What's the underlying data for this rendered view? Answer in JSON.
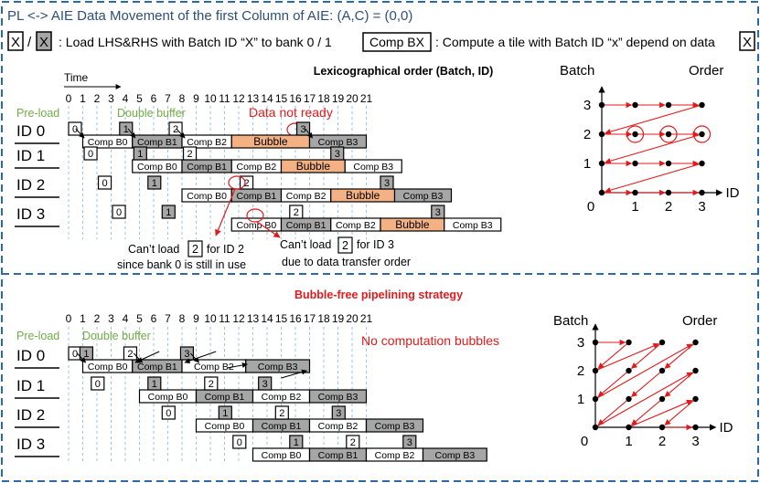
{
  "title": "PL <-> AIE Data Movement of the first Column of AIE: (A,C) = (0,0)",
  "legend": {
    "box1": "X",
    "slash": "/",
    "box2": "X",
    "load_text": ": Load LHS&RHS with Batch ID “X” to bank 0 / 1",
    "comp_box": "Comp BX",
    "comp_text": ": Compute a tile with Batch ID “x” depend on data",
    "box3": "X"
  },
  "top": {
    "heading": "Lexicographical order (Batch, ID)",
    "time_label": "Time",
    "ticks": [
      "0",
      "1",
      "2",
      "3",
      "4",
      "5",
      "6",
      "7",
      "8",
      "9",
      "10",
      "11",
      "12",
      "13",
      "14",
      "15",
      "16",
      "17",
      "18",
      "19",
      "20",
      "21"
    ],
    "preload": "Pre-load",
    "double_buffer": "Double buffer",
    "data_not_ready": "Data not ready",
    "rows": [
      "ID 0",
      "ID 1",
      "ID 2",
      "ID 3"
    ],
    "note1_a": "Can’t load",
    "note1_box": "2",
    "note1_b": "for ID 2",
    "note1_c": "since bank 0 is still in use",
    "note2_a": "Can’t load",
    "note2_box": "2",
    "note2_b": "for ID 3",
    "note2_c": "due to data transfer order",
    "plot": {
      "ylabel": "Batch",
      "xlabel": "ID",
      "order_label": "Order",
      "xticks": [
        "0",
        "1",
        "2",
        "3"
      ],
      "yticks": [
        "1",
        "2",
        "3"
      ]
    }
  },
  "bottom": {
    "heading": "Bubble-free pipelining strategy",
    "ticks": [
      "0",
      "1",
      "2",
      "3",
      "4",
      "5",
      "6",
      "7",
      "8",
      "9",
      "10",
      "11",
      "12",
      "13",
      "14",
      "15",
      "16",
      "17",
      "18",
      "19",
      "20",
      "21"
    ],
    "preload": "Pre-load",
    "double_buffer": "Double buffer",
    "no_bubbles": "No computation bubbles",
    "rows": [
      "ID 0",
      "ID 1",
      "ID 2",
      "ID 3"
    ],
    "plot": {
      "ylabel": "Batch",
      "xlabel": "ID",
      "order_label": "Order",
      "xticks": [
        "0",
        "1",
        "2",
        "3"
      ],
      "yticks": [
        "1",
        "2",
        "3"
      ]
    }
  },
  "top_comp": [
    {
      "row": 0,
      "label": "Comp B0",
      "s": 1,
      "e": 4.5,
      "fill": "white"
    },
    {
      "row": 0,
      "label": "Comp B1",
      "s": 4.5,
      "e": 8,
      "fill": "gray"
    },
    {
      "row": 0,
      "label": "Comp B2",
      "s": 8,
      "e": 11.5,
      "fill": "white"
    },
    {
      "row": 0,
      "label": "Bubble",
      "s": 11.5,
      "e": 17,
      "fill": "orange"
    },
    {
      "row": 0,
      "label": "Comp B3",
      "s": 17,
      "e": 21,
      "fill": "gray"
    },
    {
      "row": 1,
      "label": "Comp B0",
      "s": 4.5,
      "e": 8,
      "fill": "white"
    },
    {
      "row": 1,
      "label": "Comp B1",
      "s": 8,
      "e": 11.5,
      "fill": "gray"
    },
    {
      "row": 1,
      "label": "Comp B2",
      "s": 11.5,
      "e": 15,
      "fill": "white"
    },
    {
      "row": 1,
      "label": "Bubble",
      "s": 15,
      "e": 19.5,
      "fill": "orange"
    },
    {
      "row": 1,
      "label": "Comp B3",
      "s": 19.5,
      "e": 23.5,
      "fill": "white"
    },
    {
      "row": 2,
      "label": "Comp B0",
      "s": 8,
      "e": 11.5,
      "fill": "white"
    },
    {
      "row": 2,
      "label": "Comp B1",
      "s": 11.5,
      "e": 15,
      "fill": "gray"
    },
    {
      "row": 2,
      "label": "Comp B2",
      "s": 15,
      "e": 18.5,
      "fill": "white"
    },
    {
      "row": 2,
      "label": "Bubble",
      "s": 18.5,
      "e": 23,
      "fill": "orange"
    },
    {
      "row": 2,
      "label": "Comp B3",
      "s": 23,
      "e": 27,
      "fill": "gray"
    },
    {
      "row": 3,
      "label": "Comp B0",
      "s": 11.5,
      "e": 15,
      "fill": "white"
    },
    {
      "row": 3,
      "label": "Comp B1",
      "s": 15,
      "e": 18.5,
      "fill": "gray"
    },
    {
      "row": 3,
      "label": "Comp B2",
      "s": 18.5,
      "e": 22,
      "fill": "white"
    },
    {
      "row": 3,
      "label": "Bubble",
      "s": 22,
      "e": 26.5,
      "fill": "orange"
    },
    {
      "row": 3,
      "label": "Comp B3",
      "s": 26.5,
      "e": 30.5,
      "fill": "white"
    }
  ],
  "top_load": [
    {
      "row": 0,
      "label": "0",
      "t": 0,
      "fill": "white"
    },
    {
      "row": 0,
      "label": "1",
      "t": 3.6,
      "fill": "gray"
    },
    {
      "row": 0,
      "label": "2",
      "t": 7.1,
      "fill": "white"
    },
    {
      "row": 0,
      "label": "3",
      "t": 16.1,
      "fill": "gray"
    },
    {
      "row": 1,
      "label": "0",
      "t": 1.1,
      "fill": "white"
    },
    {
      "row": 1,
      "label": "1",
      "t": 4.6,
      "fill": "gray"
    },
    {
      "row": 1,
      "label": "2",
      "t": 8.1,
      "fill": "white"
    },
    {
      "row": 1,
      "label": "3",
      "t": 18.5,
      "fill": "gray"
    },
    {
      "row": 2,
      "label": "0",
      "t": 2.1,
      "fill": "white"
    },
    {
      "row": 2,
      "label": "1",
      "t": 5.6,
      "fill": "gray"
    },
    {
      "row": 2,
      "label": "2",
      "t": 12.1,
      "fill": "white"
    },
    {
      "row": 2,
      "label": "3",
      "t": 22,
      "fill": "gray"
    },
    {
      "row": 3,
      "label": "0",
      "t": 3.1,
      "fill": "white"
    },
    {
      "row": 3,
      "label": "1",
      "t": 6.6,
      "fill": "gray"
    },
    {
      "row": 3,
      "label": "2",
      "t": 15.6,
      "fill": "white"
    },
    {
      "row": 3,
      "label": "3",
      "t": 25.6,
      "fill": "gray"
    }
  ],
  "bot_comp": [
    {
      "row": 0,
      "label": "Comp B0",
      "s": 1,
      "e": 4.5,
      "fill": "white"
    },
    {
      "row": 0,
      "label": "Comp B1",
      "s": 4.5,
      "e": 8,
      "fill": "gray"
    },
    {
      "row": 0,
      "label": "Comp B2",
      "s": 8,
      "e": 12.5,
      "fill": "white"
    },
    {
      "row": 0,
      "label": "Comp B3",
      "s": 12.5,
      "e": 17,
      "fill": "gray"
    },
    {
      "row": 1,
      "label": "Comp B0",
      "s": 5,
      "e": 9,
      "fill": "white"
    },
    {
      "row": 1,
      "label": "Comp B1",
      "s": 9,
      "e": 13,
      "fill": "gray"
    },
    {
      "row": 1,
      "label": "Comp B2",
      "s": 13,
      "e": 17,
      "fill": "white"
    },
    {
      "row": 1,
      "label": "Comp B3",
      "s": 17,
      "e": 21,
      "fill": "gray"
    },
    {
      "row": 2,
      "label": "Comp B0",
      "s": 9,
      "e": 13,
      "fill": "white"
    },
    {
      "row": 2,
      "label": "Comp B1",
      "s": 13,
      "e": 17,
      "fill": "gray"
    },
    {
      "row": 2,
      "label": "Comp B2",
      "s": 17,
      "e": 21,
      "fill": "white"
    },
    {
      "row": 2,
      "label": "Comp B3",
      "s": 21,
      "e": 25,
      "fill": "gray"
    },
    {
      "row": 3,
      "label": "Comp B0",
      "s": 13,
      "e": 17,
      "fill": "white"
    },
    {
      "row": 3,
      "label": "Comp B1",
      "s": 17,
      "e": 21,
      "fill": "gray"
    },
    {
      "row": 3,
      "label": "Comp B2",
      "s": 21,
      "e": 25,
      "fill": "white"
    },
    {
      "row": 3,
      "label": "Comp B3",
      "s": 25,
      "e": 29.5,
      "fill": "gray"
    }
  ],
  "bot_load": [
    {
      "row": 0,
      "label": "0",
      "t": 0,
      "fill": "white"
    },
    {
      "row": 0,
      "label": "1",
      "t": 0.8,
      "fill": "gray"
    },
    {
      "row": 0,
      "label": "2",
      "t": 3.9,
      "fill": "white"
    },
    {
      "row": 0,
      "label": "3",
      "t": 7.9,
      "fill": "gray"
    },
    {
      "row": 1,
      "label": "0",
      "t": 1.6,
      "fill": "white"
    },
    {
      "row": 1,
      "label": "1",
      "t": 5.6,
      "fill": "gray"
    },
    {
      "row": 1,
      "label": "2",
      "t": 9.6,
      "fill": "white"
    },
    {
      "row": 1,
      "label": "3",
      "t": 13.4,
      "fill": "gray"
    },
    {
      "row": 2,
      "label": "0",
      "t": 6.6,
      "fill": "white"
    },
    {
      "row": 2,
      "label": "1",
      "t": 10.6,
      "fill": "gray"
    },
    {
      "row": 2,
      "label": "2",
      "t": 14.6,
      "fill": "white"
    },
    {
      "row": 2,
      "label": "3",
      "t": 18.6,
      "fill": "gray"
    },
    {
      "row": 3,
      "label": "0",
      "t": 11.6,
      "fill": "white"
    },
    {
      "row": 3,
      "label": "1",
      "t": 15.6,
      "fill": "gray"
    },
    {
      "row": 3,
      "label": "2",
      "t": 19.6,
      "fill": "white"
    },
    {
      "row": 3,
      "label": "3",
      "t": 23.6,
      "fill": "gray"
    }
  ],
  "colors": {
    "frame": "#2e6aa8",
    "title_text": "#2e4f7a",
    "gray_fill": "#a6a6a6",
    "bubble_fill": "#f4b183",
    "red": "#e31a1c",
    "green": "#70ad47",
    "dash": "#9dc3e6"
  },
  "order_top": [
    [
      0,
      3
    ],
    [
      1,
      3
    ],
    [
      2,
      3
    ],
    [
      3,
      3
    ],
    [
      0,
      2
    ],
    [
      1,
      2
    ],
    [
      2,
      2
    ],
    [
      3,
      2
    ],
    [
      0,
      1
    ],
    [
      1,
      1
    ],
    [
      2,
      1
    ],
    [
      3,
      1
    ],
    [
      0,
      0
    ],
    [
      1,
      0
    ],
    [
      2,
      0
    ],
    [
      3,
      0
    ]
  ],
  "order_bottom": [
    [
      0,
      3
    ],
    [
      1,
      3
    ],
    [
      0,
      2
    ],
    [
      2,
      3
    ],
    [
      1,
      2
    ],
    [
      0,
      1
    ],
    [
      3,
      3
    ],
    [
      2,
      2
    ],
    [
      1,
      1
    ],
    [
      0,
      0
    ],
    [
      3,
      2
    ],
    [
      2,
      1
    ],
    [
      1,
      0
    ],
    [
      3,
      1
    ],
    [
      2,
      0
    ],
    [
      3,
      0
    ]
  ]
}
